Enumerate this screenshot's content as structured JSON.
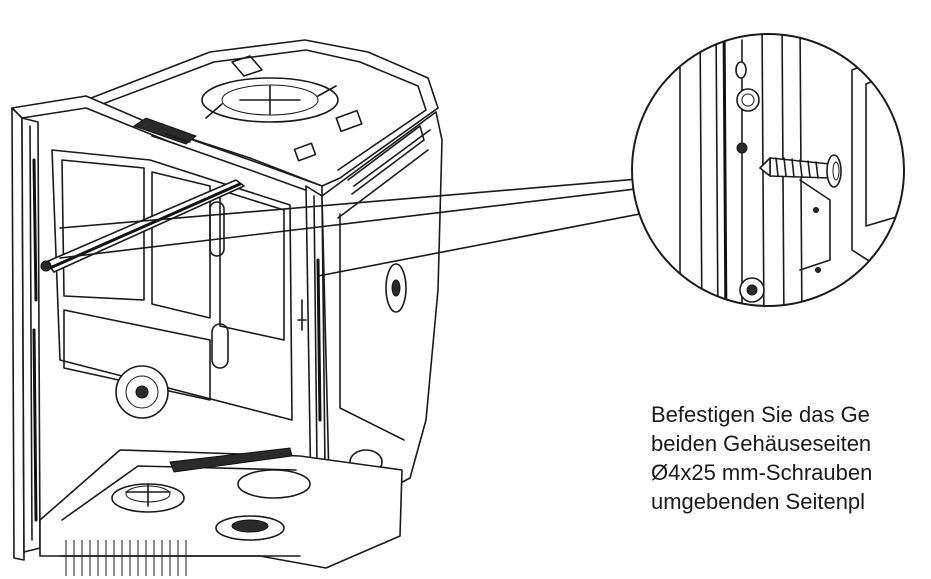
{
  "figure": {
    "instruction_lines": [
      "Befestigen Sie das Ge",
      "beiden Gehäuseseiten",
      "Ø4x25 mm-Schrauben",
      "umgebenden Seitenpl"
    ]
  },
  "colors": {
    "ink": "#1a1a1a",
    "background": "#ffffff"
  },
  "icons": [
    "dishwasher-tub-illustration",
    "screw-detail-magnifier",
    "screw-icon"
  ]
}
